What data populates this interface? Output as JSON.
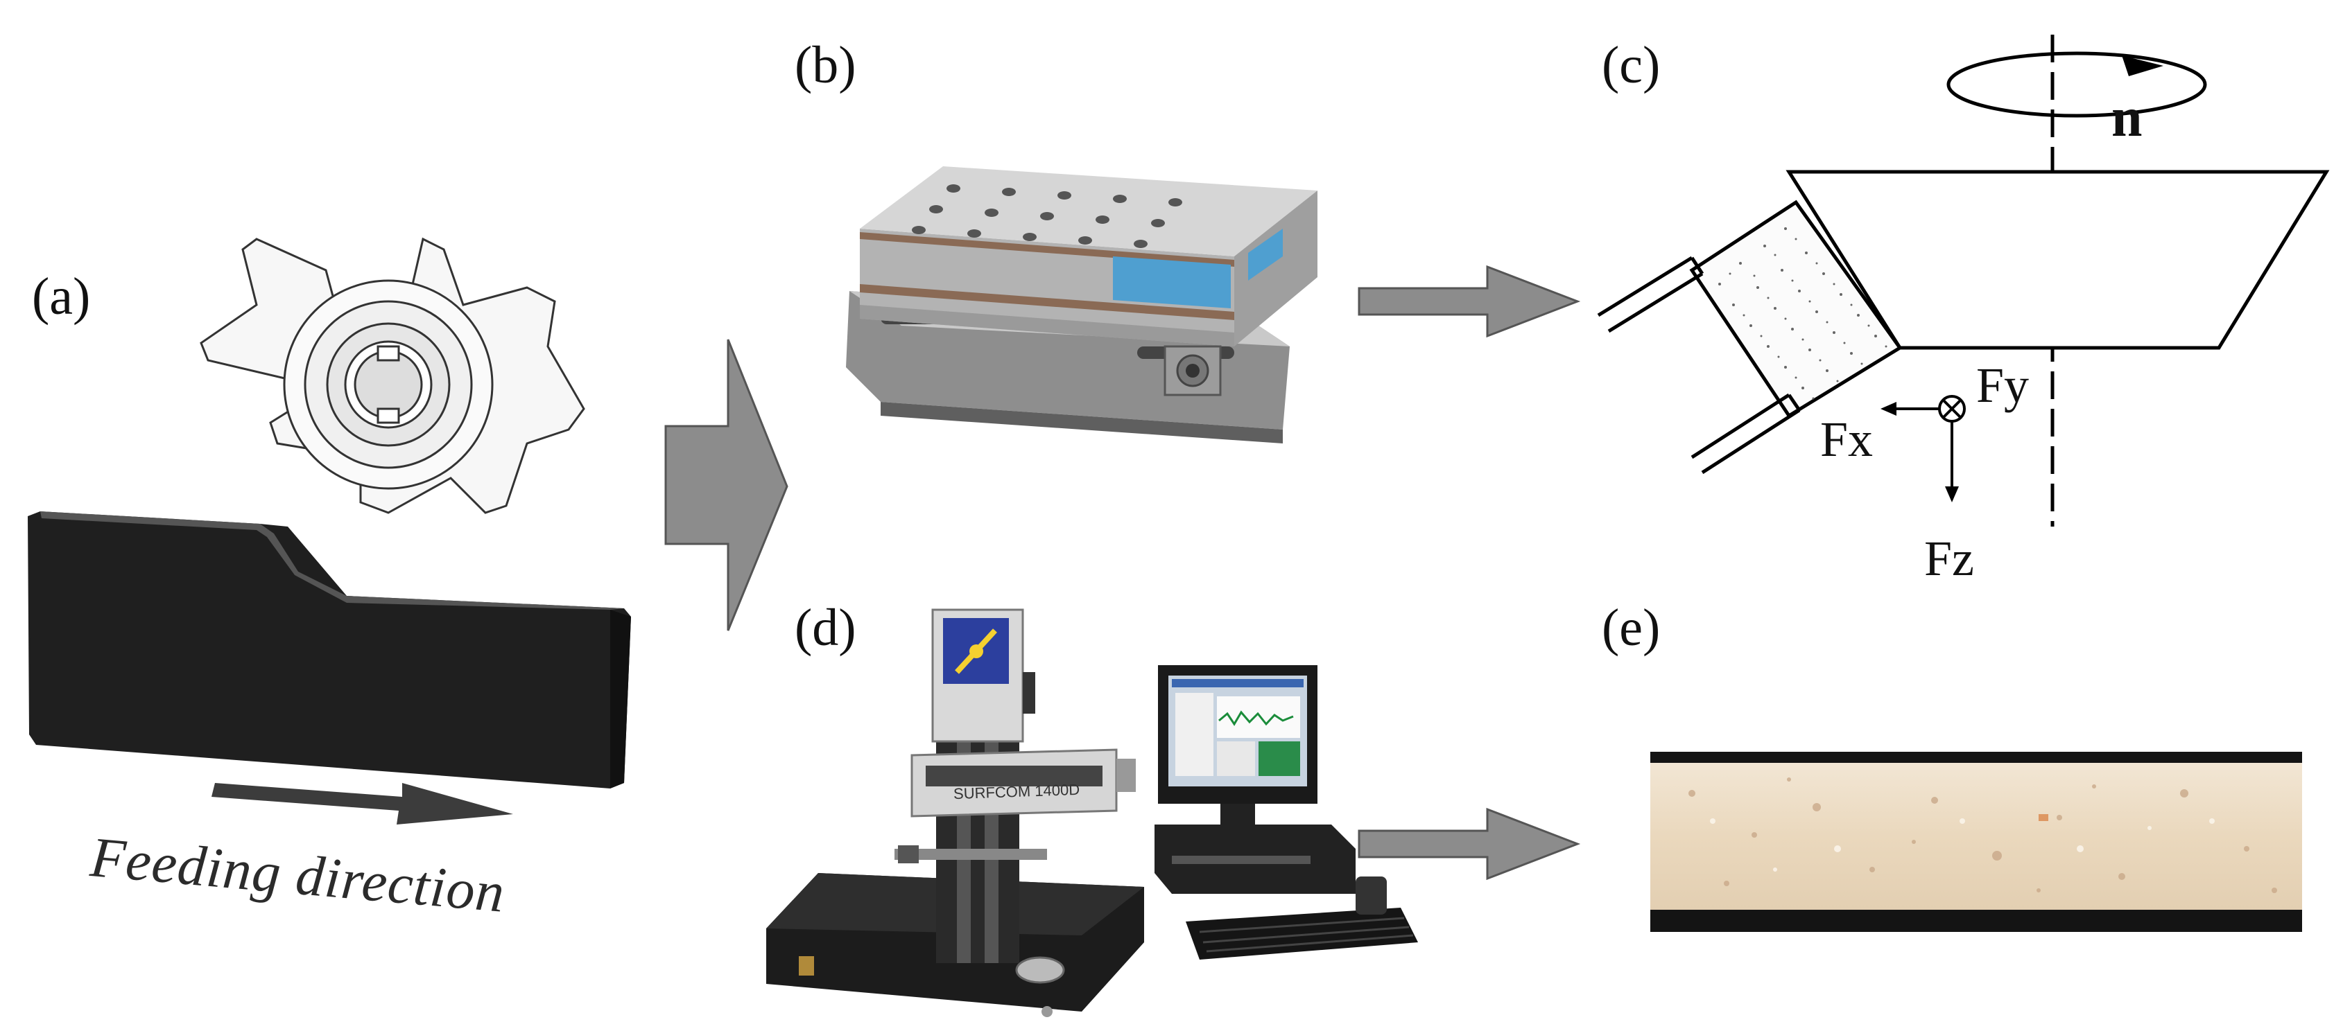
{
  "panels": {
    "a": {
      "label": "(a)",
      "caption": "Feeding direction"
    },
    "b": {
      "label": "(b)"
    },
    "c": {
      "label": "(c)",
      "rotation": "n",
      "forces": {
        "x": "Fx",
        "y": "Fy",
        "z": "Fz"
      }
    },
    "d": {
      "label": "(d)",
      "instrument_brand": "SURFCOM 1400D"
    },
    "e": {
      "label": "(e)"
    }
  },
  "colors": {
    "arrow_fill": "#8c8c8c",
    "workpiece": "#3a3a3a",
    "surface_sample": "#ecdcc4"
  }
}
